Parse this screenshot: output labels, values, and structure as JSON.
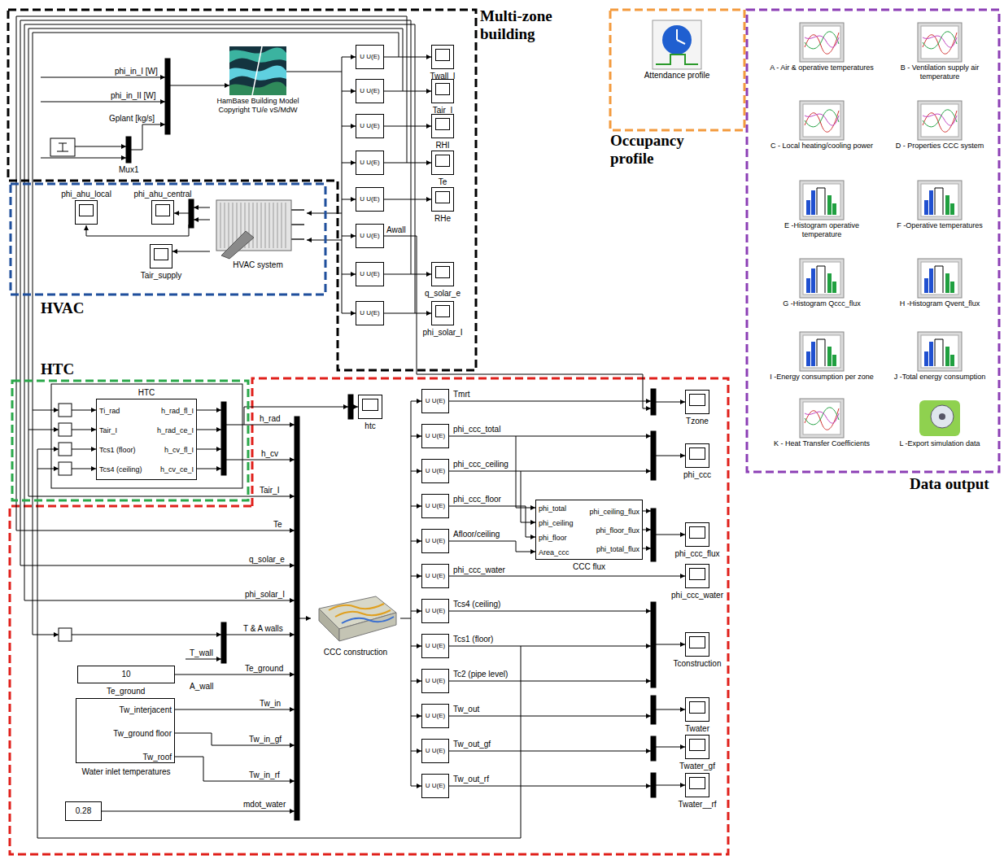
{
  "diagram": {
    "nodes": [
      {
        "text": [
          "Multi-zone building"
        ]
      },
      {
        "text": [
          "HamBase Building Model Copyright TU/e vS/MdW"
        ],
        "in": 0
      },
      {
        "text": [
          "U U(E)"
        ],
        "in": 0
      },
      {
        "text": [
          "U U(E)"
        ],
        "in": 0
      },
      {
        "text": [
          "U U(E)"
        ],
        "in": 0
      },
      {
        "text": [
          "U U(E)"
        ],
        "in": 0
      },
      {
        "text": [
          "U U(E)"
        ],
        "in": 0
      },
      {
        "text": [
          "U U(E)"
        ],
        "in": 0
      },
      {
        "text": [
          "U U(E)"
        ],
        "in": 0
      },
      {
        "text": [
          "U U(E)"
        ],
        "in": 0
      },
      {
        "text": [
          "Twall_I"
        ],
        "in": 0
      },
      {
        "text": [
          "Tair_I"
        ],
        "in": 0
      },
      {
        "text": [
          "RHI"
        ],
        "in": 0
      },
      {
        "text": [
          "Te"
        ],
        "in": 0
      },
      {
        "text": [
          "RHe"
        ],
        "in": 0
      },
      {
        "text": [
          "q_solar_e"
        ],
        "in": 0
      },
      {
        "text": [
          "phi_solar_I"
        ],
        "in": 0
      },
      {
        "text": [
          "Occupancy profile"
        ]
      },
      {
        "text": [
          "Attendance profile"
        ],
        "in": 17
      },
      {
        "text": [
          "Data output"
        ]
      },
      {
        "text": [
          "A - Air & operative temperatures"
        ],
        "in": 19
      },
      {
        "text": [
          "B - Ventilation supply air temperature"
        ],
        "in": 19
      },
      {
        "text": [
          "C - Local heating/cooling power"
        ],
        "in": 19
      },
      {
        "text": [
          "D - Properties CCC system"
        ],
        "in": 19
      },
      {
        "text": [
          "E -Histogram operative temperature"
        ],
        "in": 19
      },
      {
        "text": [
          "F -Operative temperatures"
        ],
        "in": 19
      },
      {
        "text": [
          "G -Histogram Qccc_flux"
        ],
        "in": 19
      },
      {
        "text": [
          "H -Histogram Qvent_flux"
        ],
        "in": 19
      },
      {
        "text": [
          "I -Energy consumption per zone"
        ],
        "in": 19
      },
      {
        "text": [
          "J -Total energy consumption"
        ],
        "in": 19
      },
      {
        "text": [
          "K - Heat Transfer Coefficients"
        ],
        "in": 19
      },
      {
        "text": [
          "L -Export simulation data"
        ],
        "in": 19
      },
      {
        "text": [
          "HVAC"
        ]
      },
      {
        "text": [
          "phi_ahu_local"
        ],
        "in": 32
      },
      {
        "text": [
          "phi_ahu_central"
        ],
        "in": 32
      },
      {
        "text": [
          "HVAC system"
        ],
        "in": 32
      },
      {
        "text": [
          "Tair_supply"
        ],
        "in": 32
      },
      {
        "text": [
          "HTC"
        ]
      },
      {
        "text": [
          "HTC",
          "Ti_rad",
          "Tair_I",
          "Tcs1 (floor)",
          "Tcs4 (ceiling)",
          "h_rad_fl_I",
          "h_rad_ce_I",
          "h_cv_fl_I",
          "h_cv_ce_I"
        ],
        "in": 37
      },
      {
        "text": [
          "htc"
        ]
      },
      {
        "text": [
          "U U(E)"
        ]
      },
      {
        "text": [
          "U U(E)"
        ]
      },
      {
        "text": [
          "U U(E)"
        ]
      },
      {
        "text": [
          "U U(E)"
        ]
      },
      {
        "text": [
          "U U(E)"
        ]
      },
      {
        "text": [
          "U U(E)"
        ]
      },
      {
        "text": [
          "U U(E)"
        ]
      },
      {
        "text": [
          "U U(E)"
        ]
      },
      {
        "text": [
          "U U(E)"
        ]
      },
      {
        "text": [
          "U U(E)"
        ]
      },
      {
        "text": [
          "U U(E)"
        ]
      },
      {
        "text": [
          "U U(E)"
        ]
      },
      {
        "text": [
          "Tzone"
        ]
      },
      {
        "text": [
          "phi_ccc"
        ]
      },
      {
        "text": [
          "phi_ccc_flux"
        ]
      },
      {
        "text": [
          "phi_ccc_water"
        ]
      },
      {
        "text": [
          "Tconstruction"
        ]
      },
      {
        "text": [
          "Twater"
        ]
      },
      {
        "text": [
          "Twater_gf"
        ]
      },
      {
        "text": [
          "Twater__rf"
        ]
      },
      {
        "text": [
          "CCC construction"
        ]
      },
      {
        "text": [
          "phi_total",
          "phi_ceiling",
          "phi_floor",
          "Area_ccc",
          "phi_ceiling_flux",
          "phi_floor_flux",
          "phi_total_flux",
          "CCC flux"
        ]
      },
      {
        "text": [
          "10"
        ]
      },
      {
        "text": [
          "Tw_interjacent",
          "Tw_ground floor",
          "Tw_roof",
          "Water inlet temperatures"
        ]
      },
      {
        "text": [
          "0.28"
        ]
      }
    ],
    "edges": [
      {
        "from": 2,
        "to": 10,
        "arrow": "to"
      },
      {
        "from": 3,
        "to": 11,
        "arrow": "to"
      },
      {
        "from": 4,
        "to": 12,
        "arrow": "to"
      },
      {
        "from": 5,
        "to": 13,
        "arrow": "to"
      },
      {
        "from": 6,
        "to": 14,
        "arrow": "to"
      },
      {
        "from": 8,
        "to": 15,
        "arrow": "to"
      },
      {
        "from": 9,
        "to": 16,
        "arrow": "to"
      },
      {
        "from": 35,
        "to": 36,
        "arrow": "to"
      },
      {
        "from": 45,
        "to": 55,
        "label": "phi_ccc_water",
        "arrow": "to"
      }
    ],
    "labels": [
      "phi_in_I [W]",
      "phi_in_II [W]",
      "Gplant [kg/s]",
      "Mux1",
      "Awall",
      "h_rad",
      "h_cv",
      "Tair_I",
      "Te",
      "q_solar_e",
      "phi_solar_I",
      "T & A walls",
      "T_wall",
      "A_wall",
      "Te_ground",
      "Te_ground",
      "Tw_in",
      "Tw_in_gf",
      "Tw_in_rf",
      "mdot_water",
      "Tmrt",
      "phi_ccc_total",
      "phi_ccc_ceiling",
      "phi_ccc_floor",
      "Afloor/ceiling",
      "Tcs4 (ceiling)",
      "Tcs1 (floor)",
      "Tc2 (pipe level)",
      "Tw_out",
      "Tw_out_gf",
      "Tw_out_rf"
    ]
  }
}
